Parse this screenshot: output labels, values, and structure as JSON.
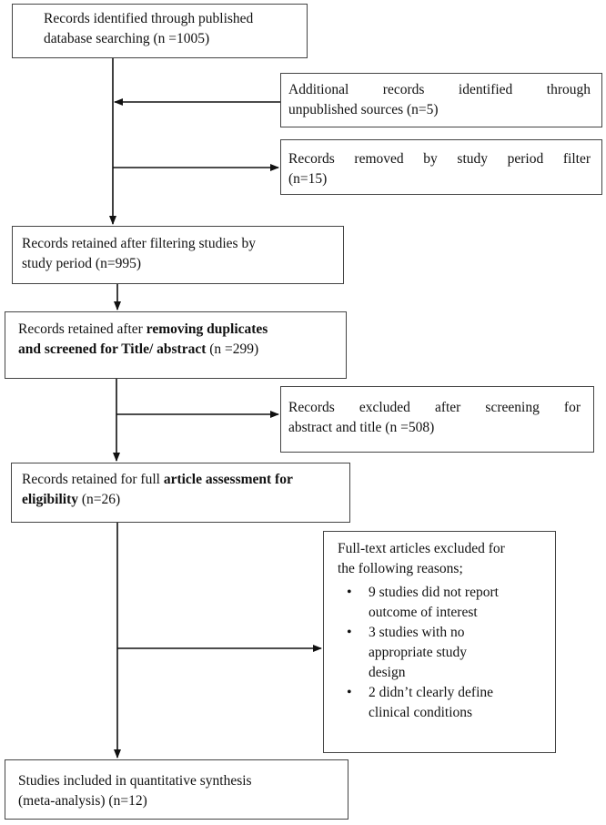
{
  "boxes": {
    "identified": {
      "line1": "Records identified through published",
      "line2": "database searching (n =1005)"
    },
    "additional": {
      "line1": "Additional records identified through",
      "line2": "unpublished sources (n=5)"
    },
    "removed_period": {
      "line1": "Records removed by study period filter",
      "line2": "(n=15)"
    },
    "retained_period": {
      "line1": "Records retained after filtering studies by",
      "line2": "study period (n=995)"
    },
    "retained_duplicates": {
      "line1_plain": "Records retained after ",
      "line1_bold": "removing duplicates",
      "line2_bold": "and screened for Title/ abstract",
      "line2_plain": " (n =299)"
    },
    "excluded_screening": {
      "line1": "Records excluded after screening for",
      "line2": "abstract and title (n =508)"
    },
    "retained_fulltext": {
      "line1_plain": "Records retained for full ",
      "line1_bold": "article assessment for",
      "line2_bold": "eligibility",
      "line2_plain": " (n=26)"
    },
    "excluded_fulltext": {
      "line1": "Full-text articles excluded for",
      "line2": "the following reasons;",
      "reasons": [
        [
          "9 studies did not report",
          "outcome of interest"
        ],
        [
          "3 studies with no",
          "appropriate study",
          "design"
        ],
        [
          "2 didn’t clearly define",
          "clinical conditions"
        ]
      ]
    },
    "included": {
      "line1": "Studies included in quantitative synthesis",
      "line2": "(meta-analysis) (n=12)"
    }
  },
  "colors": {
    "border": "#444444",
    "line": "#111111"
  }
}
